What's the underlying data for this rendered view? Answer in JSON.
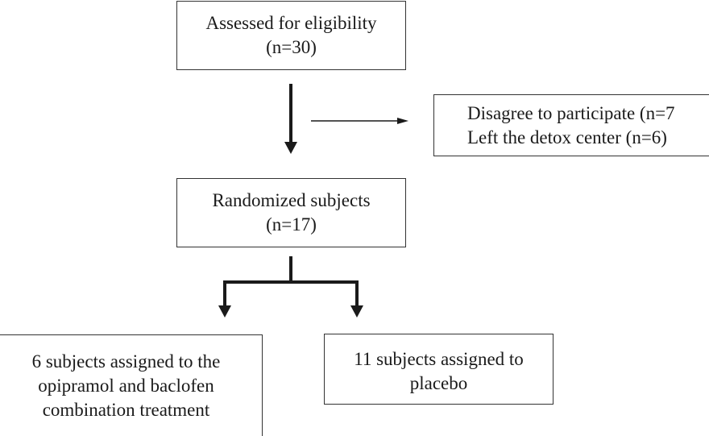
{
  "flow": {
    "eligibility": {
      "line1": "Assessed for eligibility",
      "line2": "(n=30)"
    },
    "excluded": {
      "line1": "Disagree to participate (n=7",
      "line2": "Left the detox center (n=6)"
    },
    "randomized": {
      "line1": "Randomized subjects",
      "line2": "(n=17)"
    },
    "combination": {
      "line1": "6 subjects assigned to the",
      "line2": "opipramol and baclofen",
      "line3": "combination treatment"
    },
    "placebo": {
      "line1": "11 subjects assigned to",
      "line2": "placebo"
    }
  },
  "colors": {
    "line": "#1a1a1a",
    "border": "#333333"
  }
}
